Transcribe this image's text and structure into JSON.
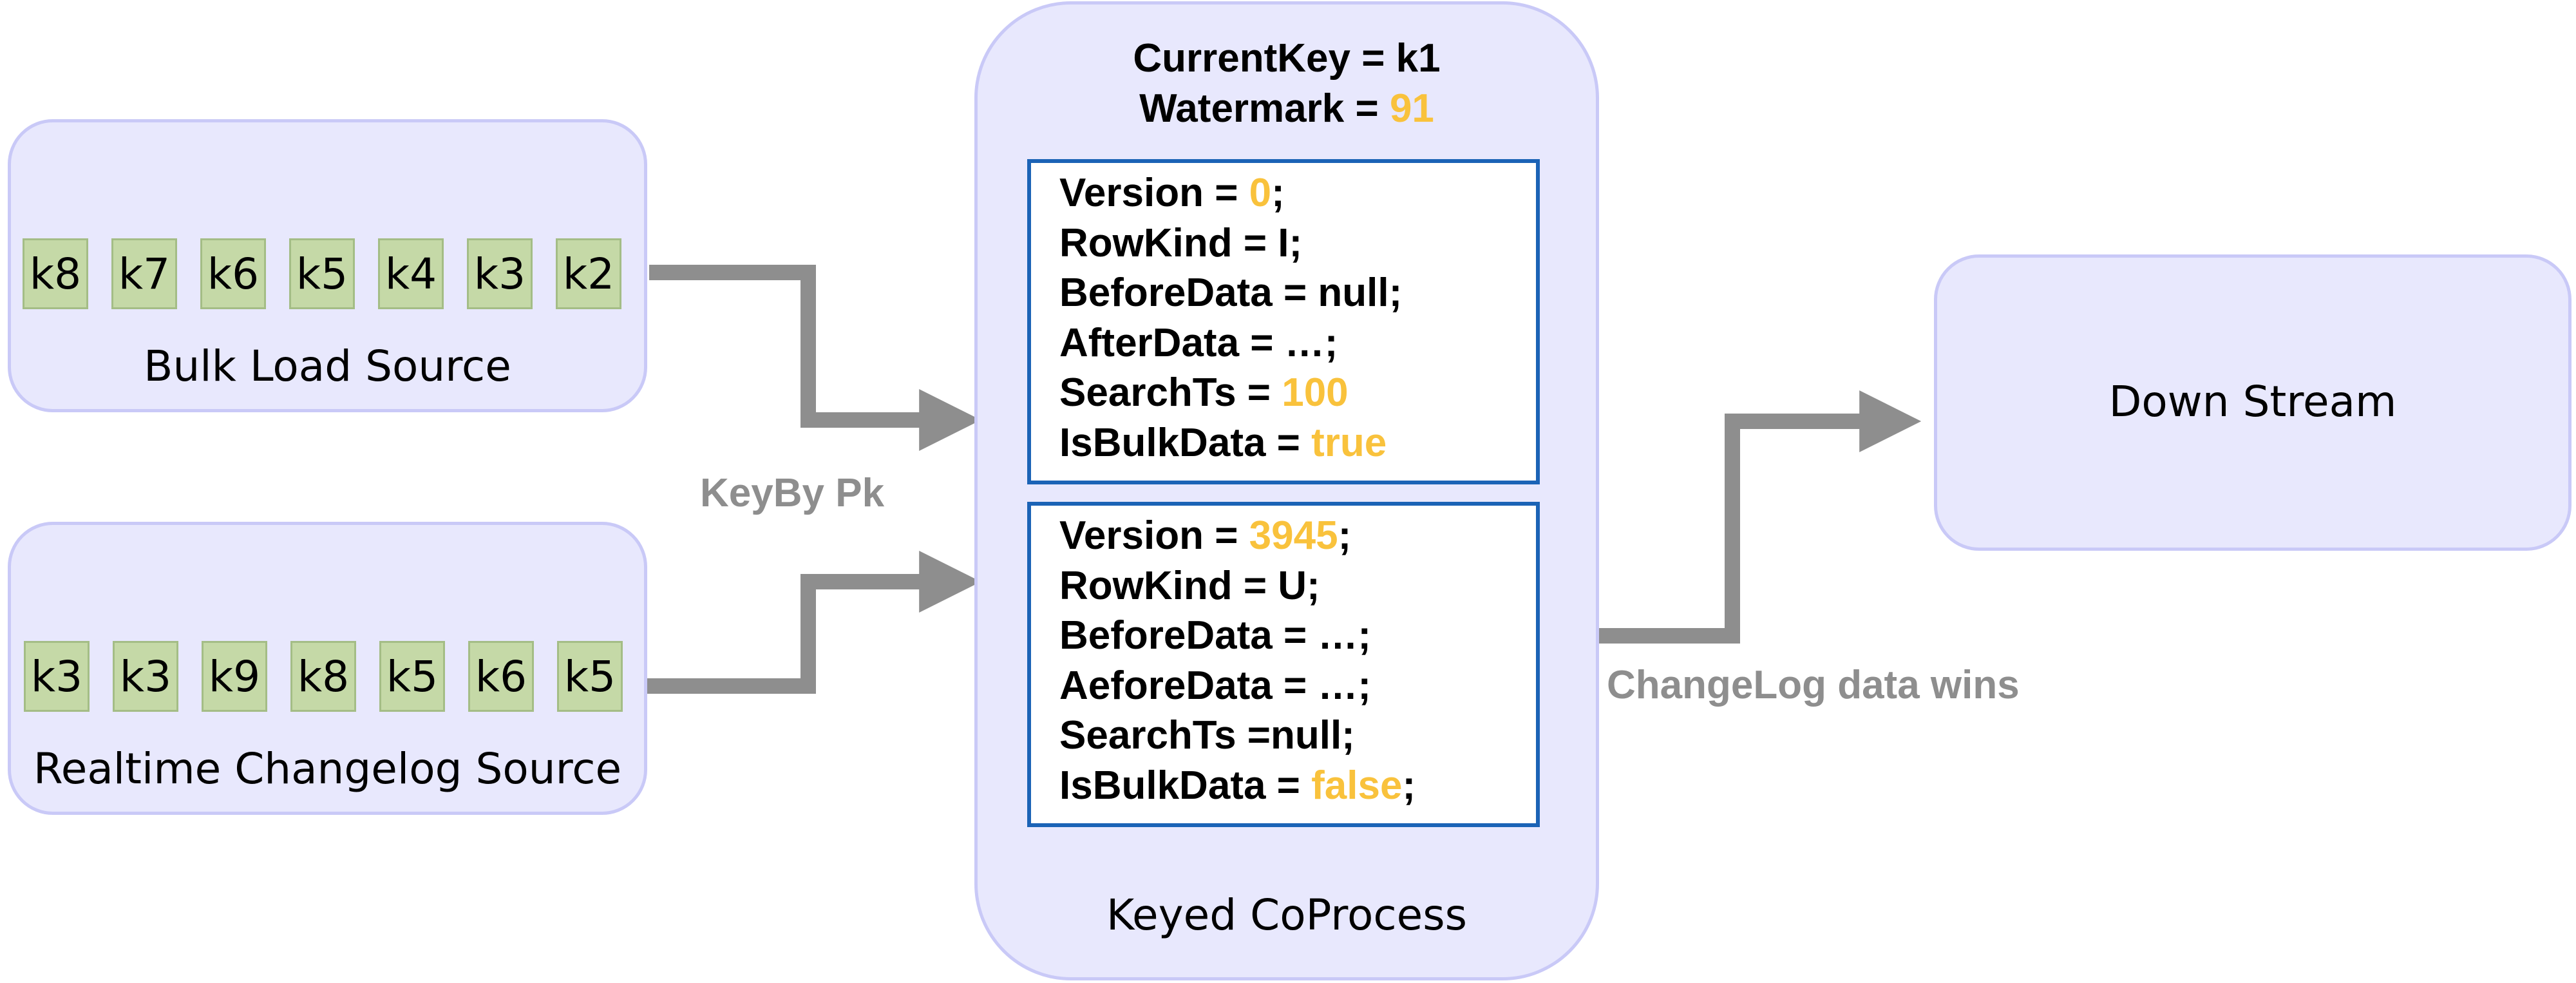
{
  "bulk_source": {
    "label": "Bulk Load Source",
    "keys": [
      "k8",
      "k7",
      "k6",
      "k5",
      "k4",
      "k3",
      "k2"
    ]
  },
  "realtime_source": {
    "label": "Realtime Changelog Source",
    "keys": [
      "k3",
      "k3",
      "k9",
      "k8",
      "k5",
      "k6",
      "k5"
    ]
  },
  "keyby_label": "KeyBy Pk",
  "coprocess": {
    "title": "Keyed CoProcess",
    "current_key_line": "CurrentKey = k1",
    "watermark_prefix": "Watermark = ",
    "watermark_value": "91",
    "bulk_record": {
      "version_prefix": "Version = ",
      "version_value": "0",
      "version_suffix": ";",
      "rowkind": "RowKind = I;",
      "before": "BeforeData = null;",
      "after": "AfterData = …;",
      "searchts_prefix": "SearchTs = ",
      "searchts_value": "100",
      "isbulk_prefix": "IsBulkData = ",
      "isbulk_value": "true",
      "isbulk_suffix": ""
    },
    "changelog_record": {
      "version_prefix": "Version = ",
      "version_value": "3945",
      "version_suffix": ";",
      "rowkind": "RowKind = U;",
      "before": "BeforeData = …;",
      "after": "AeforeData = …;",
      "searchts": "SearchTs =null;",
      "isbulk_prefix": "IsBulkData = ",
      "isbulk_value": "false",
      "isbulk_suffix": ";"
    }
  },
  "result_label": "ChangeLog data wins",
  "downstream": {
    "label": "Down Stream"
  },
  "colors": {
    "highlight": "#f9c23c",
    "box_fill": "#e8e8fd",
    "box_border": "#c9c9f7",
    "key_fill": "#c5d9a7",
    "card_border": "#1b63b6",
    "arrow": "#8e8e8e"
  }
}
